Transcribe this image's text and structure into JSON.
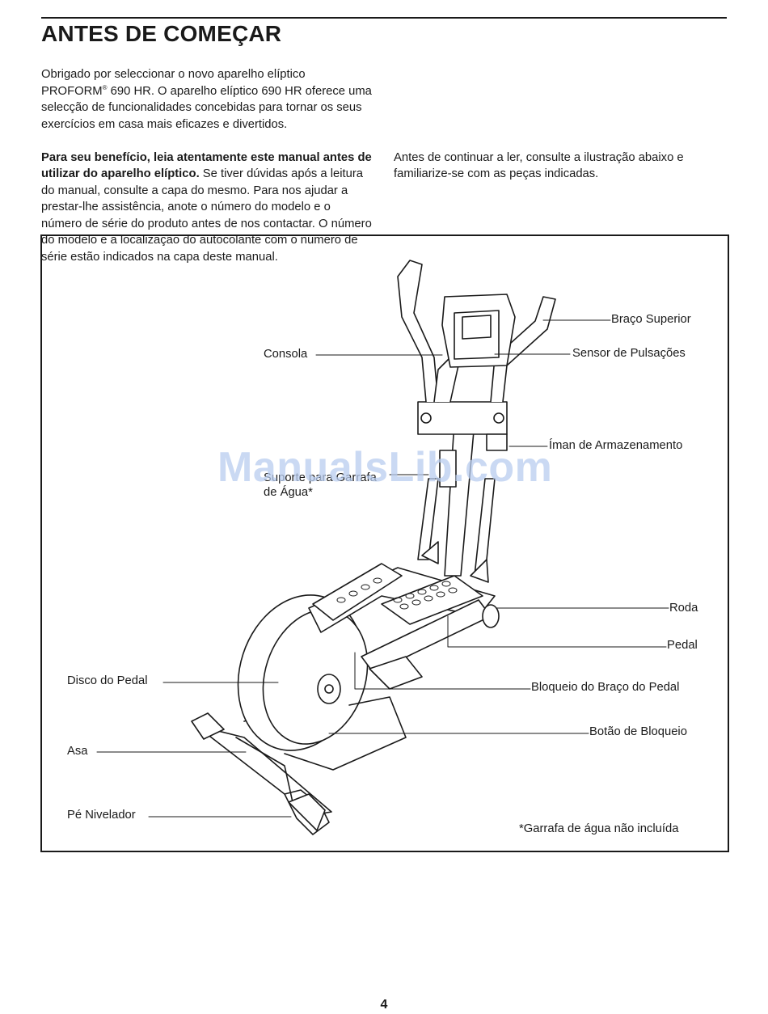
{
  "page": {
    "title": "ANTES DE COMEÇAR",
    "page_number": "4"
  },
  "intro": {
    "p1_a": "Obrigado por seleccionar o novo aparelho elíptico PROFORM",
    "p1_reg": "®",
    "p1_b": " 690 HR. O aparelho elíptico 690 HR oferece uma selecção de funcionalidades concebidas para tornar os seus exercícios em casa mais eficazes e divertidos.",
    "p2_bold": "Para seu benefício, leia atentamente este manual antes de utilizar do aparelho elíptico.",
    "p2_rest": " Se tiver dúvidas após a leitura do manual, consulte a capa do mesmo. Para nos ajudar a prestar-lhe assistência, anote o número do modelo e o número de série do produto antes de nos contactar. O número do modelo e a localização do autocolante com o número de série estão indicados na capa deste manual.",
    "p3": "Antes de continuar a ler, consulte a ilustração abaixo e familiarize-se com as peças indicadas."
  },
  "labels": {
    "braco_superior": "Braço Superior",
    "consola": "Consola",
    "sensor": "Sensor de Pulsações",
    "iman": "Íman de Armazenamento",
    "suporte_l1": "Suporte para Garrafa",
    "suporte_l2": "de Água*",
    "roda": "Roda",
    "pedal": "Pedal",
    "disco": "Disco do Pedal",
    "bloqueio_braco": "Bloqueio do Braço do Pedal",
    "botao": "Botão de Bloqueio",
    "asa": "Asa",
    "pe": "Pé Nivelador",
    "footnote": "*Garrafa de água não incluída"
  },
  "watermark": "ManualsLib.com"
}
